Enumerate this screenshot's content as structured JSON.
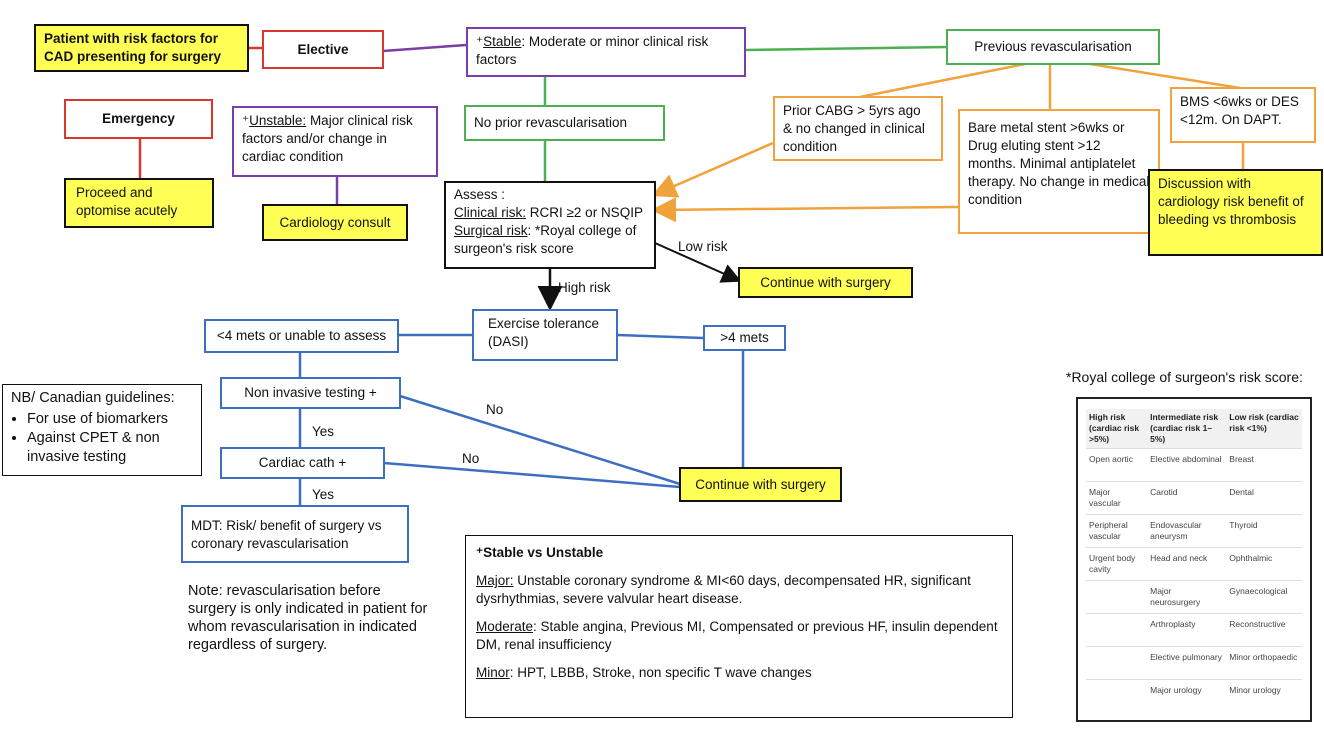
{
  "nodes": {
    "patient": "Patient with risk factors for CAD presenting for surgery",
    "elective": "Elective",
    "emergency": "Emergency",
    "proceed": "Proceed and optomise acutely",
    "unstable_prefix": "⁺",
    "unstable_label": "Unstable:",
    "unstable_rest": " Major clinical risk factors and/or change in cardiac condition",
    "cardiology_consult": "Cardiology consult",
    "stable_prefix": "⁺",
    "stable_label": "Stable",
    "stable_rest": ": Moderate or minor clinical risk factors",
    "no_prior": "No prior revascularisation",
    "previous_revasc": "Previous revascularisation",
    "prior_cabg": "Prior CABG > 5yrs ago & no changed in clinical condition",
    "bare_metal": "Bare metal stent >6wks or Drug eluting stent >12 months. Minimal antiplatelet therapy. No change in medical condition",
    "bms": "BMS <6wks or DES <12m. On DAPT.",
    "discussion": "Discussion with cardiology risk benefit of bleeding vs thrombosis",
    "assess_title": "Assess :",
    "assess_clinical_label": "Clinical risk:",
    "assess_clinical_rest": " RCRI ≥2 or NSQIP",
    "assess_surgical_label": "Surgical risk",
    "assess_surgical_rest": ": *Royal college of surgeon's risk score",
    "continue1": "Continue with surgery",
    "exercise": "Exercise tolerance (DASI)",
    "less4": "<4 mets or unable to assess",
    "more4": ">4 mets",
    "non_invasive": "Non invasive testing +",
    "cardiac_cath": "Cardiac cath +",
    "mdt": "MDT: Risk/ benefit of surgery vs coronary revascularisation",
    "continue2": "Continue with surgery"
  },
  "edge_labels": {
    "low_risk": "Low risk",
    "high_risk": "High risk",
    "no1": "No",
    "no2": "No",
    "yes1": "Yes",
    "yes2": "Yes"
  },
  "note": "Note: revascularisation before surgery is only indicated in patient for whom revascularisation in indicated regardless of surgery.",
  "nb": {
    "title": "NB/ Canadian guidelines:",
    "items": [
      "For use of biomarkers",
      "Against CPET & non invasive testing"
    ]
  },
  "legend": {
    "title_prefix": "⁺",
    "title": "Stable vs Unstable",
    "major_label": "Major:",
    "major_text": " Unstable coronary syndrome & MI<60 days, decompensated HR, significant dysrhythmias, severe valvular heart disease.",
    "moderate_label": "Moderate",
    "moderate_text": ": Stable angina, Previous MI, Compensated or previous HF, insulin dependent DM, renal insufficiency",
    "minor_label": "Minor",
    "minor_text": ": HPT, LBBB, Stroke, non specific T wave changes"
  },
  "risk_score": {
    "title": "*Royal college of surgeon's risk score:",
    "headers": [
      "High risk (cardiac risk >5%)",
      "Intermediate risk (cardiac risk 1–5%)",
      "Low risk (cardiac risk <1%)"
    ],
    "rows": [
      [
        "Open aortic",
        "Elective abdominal",
        "Breast"
      ],
      [
        "Major vascular",
        "Carotid",
        "Dental"
      ],
      [
        "Peripheral vascular",
        "Endovascular aneurysm",
        "Thyroid"
      ],
      [
        "Urgent body cavity",
        "Head and neck",
        "Ophthalmic"
      ],
      [
        "",
        "Major neurosurgery",
        "Gynaecological"
      ],
      [
        "",
        "Arthroplasty",
        "Reconstructive"
      ],
      [
        "",
        "Elective pulmonary",
        "Minor orthopaedic"
      ],
      [
        "",
        "Major urology",
        "Minor urology"
      ]
    ]
  },
  "colors": {
    "red": "#d63a2f",
    "purple": "#7a3ea8",
    "green": "#4caf50",
    "orange": "#f0a23b",
    "blue": "#3d6fc0",
    "yellow": "#ffff55"
  }
}
